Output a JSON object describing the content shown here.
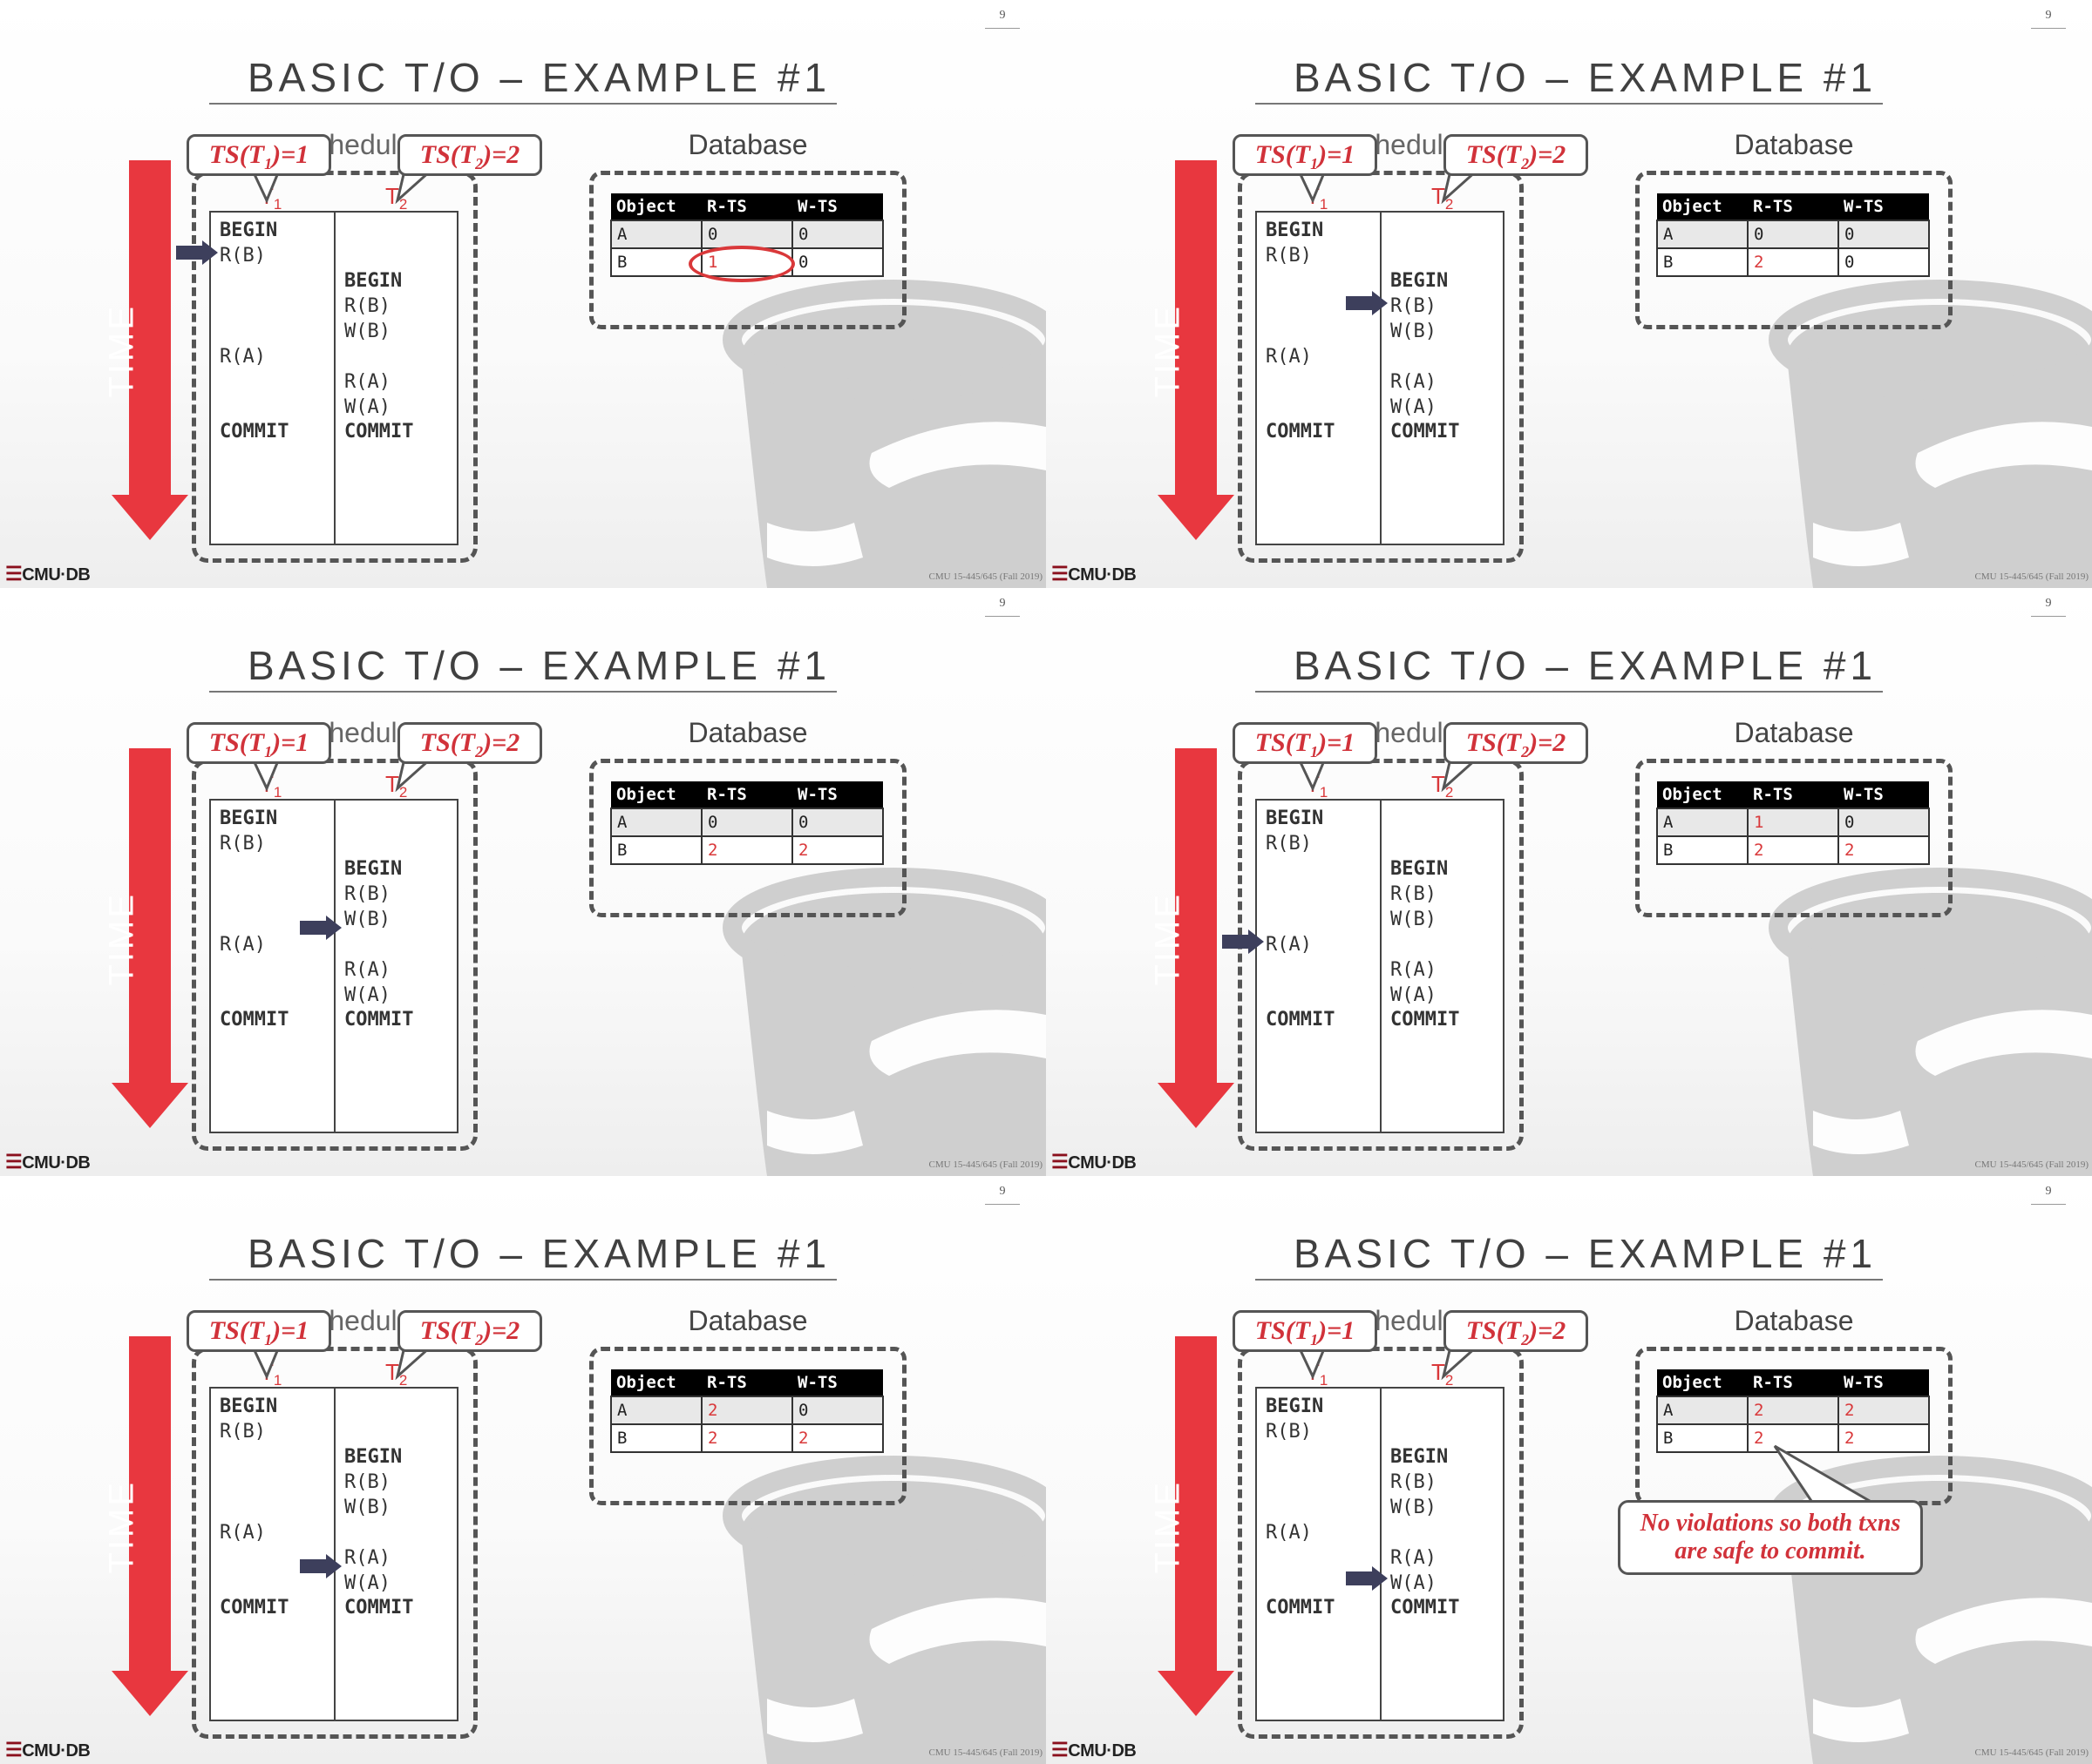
{
  "slides": [
    {
      "page": "9",
      "title": "BASIC T/O – EXAMPLE #1",
      "schedule_label": "Schedule",
      "database_label": "Database",
      "time_label": "TIME",
      "ts1": "TS(T",
      "ts1_sub": "1",
      "ts1_tail": ")=1",
      "ts2": "TS(T",
      "ts2_sub": "2",
      "ts2_tail": ")=2",
      "t1": "T",
      "t1_sub": "1",
      "t2": "T",
      "t2_sub": "2",
      "ops_t1": [
        "BEGIN",
        "R(B)",
        "R(A)",
        "COMMIT"
      ],
      "ops_t2": [
        "BEGIN",
        "R(B)",
        "W(B)",
        "R(A)",
        "W(A)",
        "COMMIT"
      ],
      "table_headers": [
        "Object",
        "R-TS",
        "W-TS"
      ],
      "rows": [
        [
          "A",
          "0",
          "0"
        ],
        [
          "B",
          "1",
          "0"
        ]
      ],
      "cursor": "T1 R(B)",
      "logo": "CMU·DB",
      "footer": "CMU 15-445/645 (Fall 2019)"
    },
    {
      "page": "9",
      "title": "BASIC T/O – EXAMPLE #1",
      "schedule_label": "Schedule",
      "database_label": "Database",
      "time_label": "TIME",
      "ts1": "TS(T",
      "ts1_sub": "1",
      "ts1_tail": ")=1",
      "ts2": "TS(T",
      "ts2_sub": "2",
      "ts2_tail": ")=2",
      "t1": "T",
      "t1_sub": "1",
      "t2": "T",
      "t2_sub": "2",
      "ops_t1": [
        "BEGIN",
        "R(B)",
        "R(A)",
        "COMMIT"
      ],
      "ops_t2": [
        "BEGIN",
        "R(B)",
        "W(B)",
        "R(A)",
        "W(A)",
        "COMMIT"
      ],
      "table_headers": [
        "Object",
        "R-TS",
        "W-TS"
      ],
      "rows": [
        [
          "A",
          "0",
          "0"
        ],
        [
          "B",
          "2",
          "0"
        ]
      ],
      "cursor": "T2 R(B)",
      "logo": "CMU·DB",
      "footer": "CMU 15-445/645 (Fall 2019)"
    },
    {
      "page": "9",
      "title": "BASIC T/O – EXAMPLE #1",
      "schedule_label": "Schedule",
      "database_label": "Database",
      "time_label": "TIME",
      "ts1": "TS(T",
      "ts1_sub": "1",
      "ts1_tail": ")=1",
      "ts2": "TS(T",
      "ts2_sub": "2",
      "ts2_tail": ")=2",
      "t1": "T",
      "t1_sub": "1",
      "t2": "T",
      "t2_sub": "2",
      "ops_t1": [
        "BEGIN",
        "R(B)",
        "R(A)",
        "COMMIT"
      ],
      "ops_t2": [
        "BEGIN",
        "R(B)",
        "W(B)",
        "R(A)",
        "W(A)",
        "COMMIT"
      ],
      "table_headers": [
        "Object",
        "R-TS",
        "W-TS"
      ],
      "rows": [
        [
          "A",
          "0",
          "0"
        ],
        [
          "B",
          "2",
          "2"
        ]
      ],
      "cursor": "T2 W(B)",
      "logo": "CMU·DB",
      "footer": "CMU 15-445/645 (Fall 2019)"
    },
    {
      "page": "9",
      "title": "BASIC T/O – EXAMPLE #1",
      "schedule_label": "Schedule",
      "database_label": "Database",
      "time_label": "TIME",
      "ts1": "TS(T",
      "ts1_sub": "1",
      "ts1_tail": ")=1",
      "ts2": "TS(T",
      "ts2_sub": "2",
      "ts2_tail": ")=2",
      "t1": "T",
      "t1_sub": "1",
      "t2": "T",
      "t2_sub": "2",
      "ops_t1": [
        "BEGIN",
        "R(B)",
        "R(A)",
        "COMMIT"
      ],
      "ops_t2": [
        "BEGIN",
        "R(B)",
        "W(B)",
        "R(A)",
        "W(A)",
        "COMMIT"
      ],
      "table_headers": [
        "Object",
        "R-TS",
        "W-TS"
      ],
      "rows": [
        [
          "A",
          "1",
          "0"
        ],
        [
          "B",
          "2",
          "2"
        ]
      ],
      "cursor": "T1 R(A)",
      "logo": "CMU·DB",
      "footer": "CMU 15-445/645 (Fall 2019)"
    },
    {
      "page": "9",
      "title": "BASIC T/O – EXAMPLE #1",
      "schedule_label": "Schedule",
      "database_label": "Database",
      "time_label": "TIME",
      "ts1": "TS(T",
      "ts1_sub": "1",
      "ts1_tail": ")=1",
      "ts2": "TS(T",
      "ts2_sub": "2",
      "ts2_tail": ")=2",
      "t1": "T",
      "t1_sub": "1",
      "t2": "T",
      "t2_sub": "2",
      "ops_t1": [
        "BEGIN",
        "R(B)",
        "R(A)",
        "COMMIT"
      ],
      "ops_t2": [
        "BEGIN",
        "R(B)",
        "W(B)",
        "R(A)",
        "W(A)",
        "COMMIT"
      ],
      "table_headers": [
        "Object",
        "R-TS",
        "W-TS"
      ],
      "rows": [
        [
          "A",
          "2",
          "0"
        ],
        [
          "B",
          "2",
          "2"
        ]
      ],
      "cursor": "T2 R(A)",
      "logo": "CMU·DB",
      "footer": "CMU 15-445/645 (Fall 2019)"
    },
    {
      "page": "9",
      "title": "BASIC T/O – EXAMPLE #1",
      "schedule_label": "Schedule",
      "database_label": "Database",
      "time_label": "TIME",
      "ts1": "TS(T",
      "ts1_sub": "1",
      "ts1_tail": ")=1",
      "ts2": "TS(T",
      "ts2_sub": "2",
      "ts2_tail": ")=2",
      "t1": "T",
      "t1_sub": "1",
      "t2": "T",
      "t2_sub": "2",
      "ops_t1": [
        "BEGIN",
        "R(B)",
        "R(A)",
        "COMMIT"
      ],
      "ops_t2": [
        "BEGIN",
        "R(B)",
        "W(B)",
        "R(A)",
        "W(A)",
        "COMMIT"
      ],
      "table_headers": [
        "Object",
        "R-TS",
        "W-TS"
      ],
      "rows": [
        [
          "A",
          "2",
          "2"
        ],
        [
          "B",
          "2",
          "2"
        ]
      ],
      "cursor": "T2 W(A)",
      "callout": [
        "No violations so both txns",
        "are safe to commit."
      ],
      "logo": "CMU·DB",
      "footer": "CMU 15-445/645 (Fall 2019)"
    }
  ],
  "colors": {
    "accent_red": "#e8373f",
    "text_red": "#d9383a",
    "cursor": "#3d3f5c",
    "db_icon": "#cfcfcf"
  }
}
